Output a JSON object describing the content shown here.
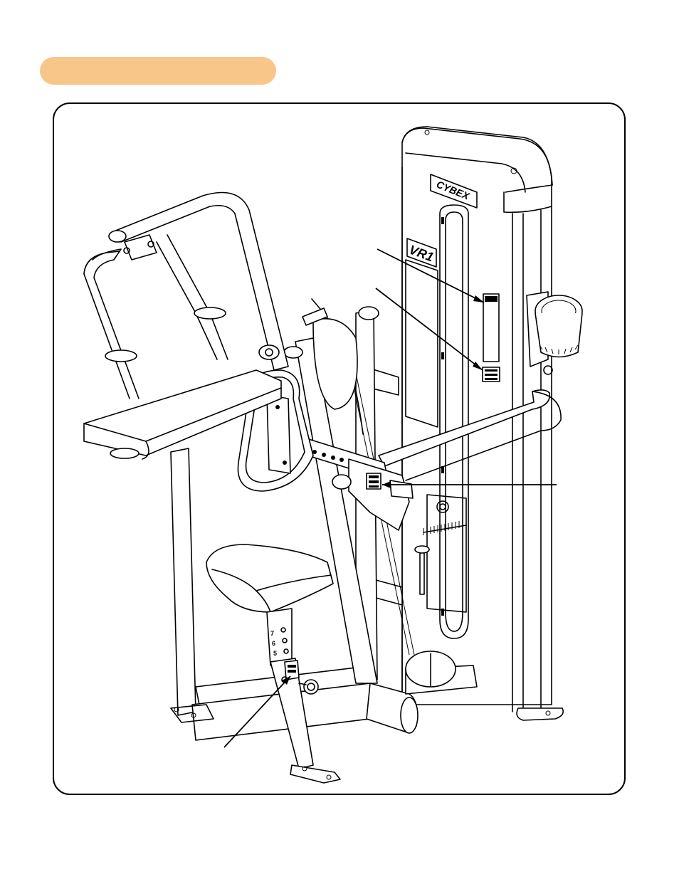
{
  "header": {
    "pill_color": "#f9c68a"
  },
  "figure": {
    "brand_logo": "CYBEX",
    "model_label": "VR1",
    "seat_scale_numbers": [
      "7",
      "6",
      "5"
    ],
    "callouts": [
      {
        "id": "decal-upper",
        "target": "warning-decal"
      },
      {
        "id": "decal-lower",
        "target": "caution-decal"
      },
      {
        "id": "decal-right",
        "target": "arm-adjustment-decal"
      },
      {
        "id": "decal-seat",
        "target": "seat-adjustment-decal"
      }
    ]
  }
}
